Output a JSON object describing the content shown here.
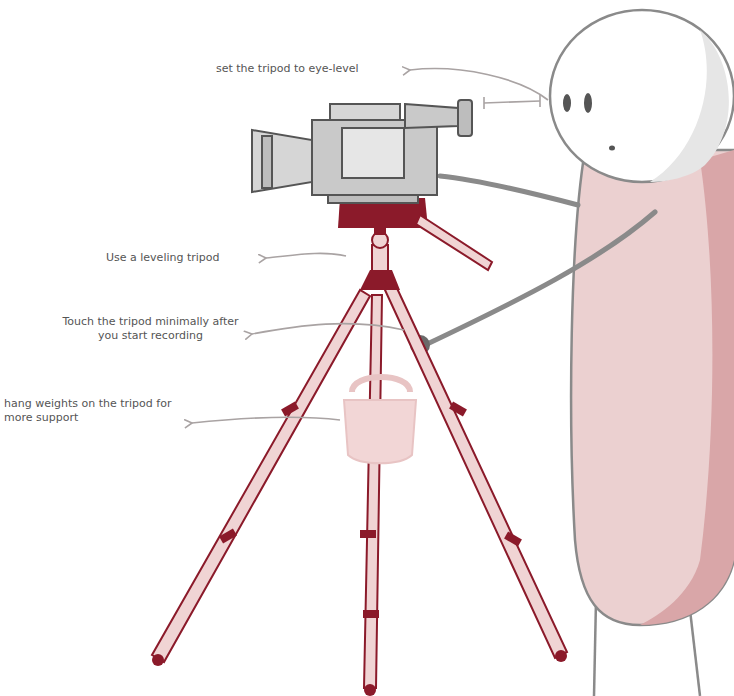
{
  "diagram": {
    "labels": [
      "set the tripod to eye-level",
      "Use a leveling tripod",
      "Touch the tripod minimally after you start recording",
      "hang weights on the tripod for more support"
    ]
  }
}
